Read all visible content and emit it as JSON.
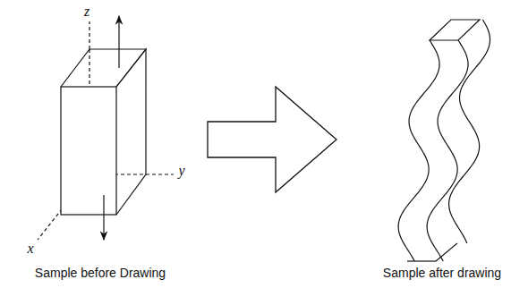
{
  "diagram": {
    "labels": [
      "z",
      "y",
      "x",
      "Sample before Drawing",
      "Sample after drawing"
    ]
  }
}
